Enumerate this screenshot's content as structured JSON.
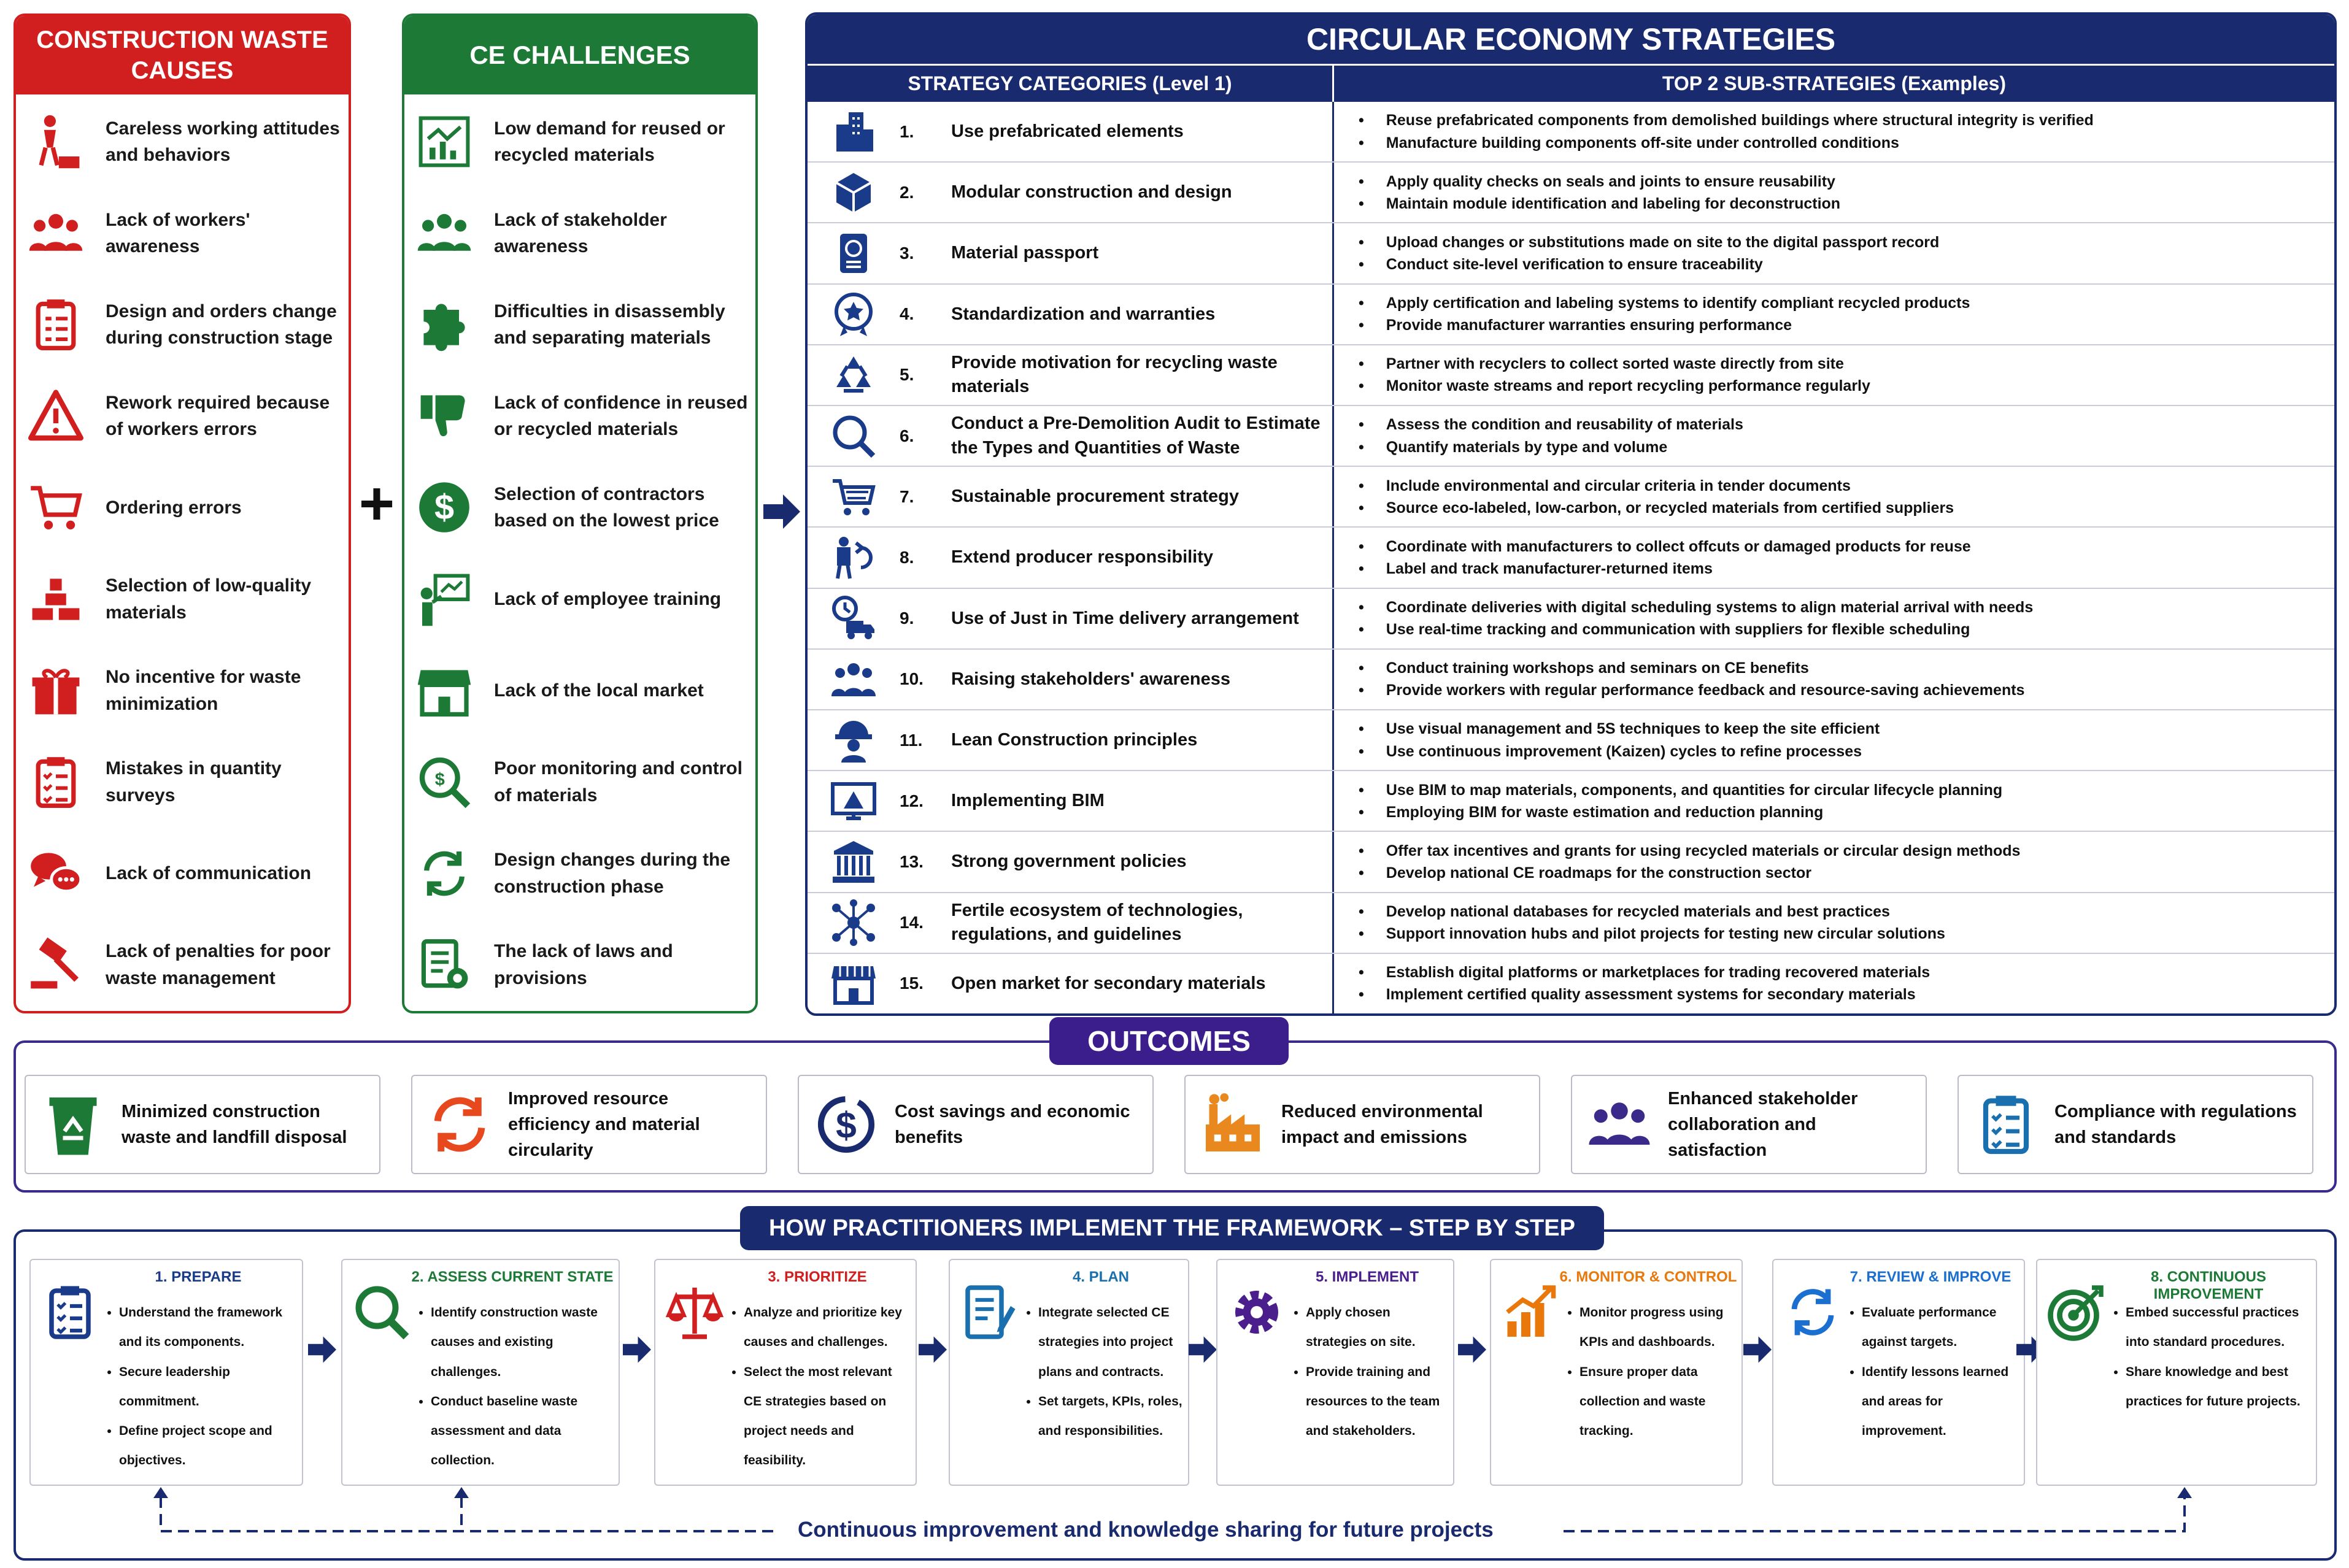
{
  "causes": {
    "title": "CONSTRUCTION WASTE CAUSES",
    "items": [
      "Careless working attitudes and behaviors",
      "Lack of workers' awareness",
      "Design and orders change during construction stage",
      "Rework required because of workers errors",
      "Ordering errors",
      "Selection of low-quality materials",
      "No incentive for waste minimization",
      "Mistakes in quantity surveys",
      "Lack of communication",
      "Lack of penalties for poor waste management"
    ]
  },
  "challenges": {
    "title": "CE CHALLENGES",
    "items": [
      "Low demand for reused or recycled materials",
      "Lack of stakeholder awareness",
      "Difficulties in disassembly and separating materials",
      "Lack of confidence in reused or recycled materials",
      "Selection of contractors based on the lowest price",
      "Lack of employee training",
      "Lack of the local market",
      "Poor monitoring and control of materials",
      "Design changes during the construction phase",
      "The lack of laws and provisions"
    ]
  },
  "strategies": {
    "title": "CIRCULAR ECONOMY STRATEGIES",
    "col1": "STRATEGY CATEGORIES (Level 1)",
    "col2": "TOP 2 SUB-STRATEGIES (Examples)",
    "rows": [
      {
        "num": "1.",
        "label": "Use prefabricated elements",
        "subs": [
          "Reuse prefabricated components from demolished buildings where structural integrity is verified",
          "Manufacture building components off-site under controlled conditions"
        ]
      },
      {
        "num": "2.",
        "label": "Modular construction and design",
        "subs": [
          "Apply quality checks on seals and joints to ensure reusability",
          "Maintain module identification and labeling for deconstruction"
        ]
      },
      {
        "num": "3.",
        "label": "Material passport",
        "subs": [
          "Upload changes or substitutions made on site to the digital passport record",
          "Conduct site-level verification to ensure traceability"
        ]
      },
      {
        "num": "4.",
        "label": "Standardization and warranties",
        "subs": [
          "Apply certification and labeling systems to identify compliant recycled products",
          "Provide manufacturer warranties ensuring performance"
        ]
      },
      {
        "num": "5.",
        "label": "Provide motivation for recycling waste materials",
        "subs": [
          "Partner with recyclers to collect sorted waste directly from site",
          "Monitor waste streams and report recycling performance regularly"
        ]
      },
      {
        "num": "6.",
        "label": "Conduct a Pre-Demolition Audit to Estimate the Types and Quantities of Waste",
        "subs": [
          "Assess the condition and reusability of materials",
          "Quantify materials by type and volume"
        ]
      },
      {
        "num": "7.",
        "label": "Sustainable procurement strategy",
        "subs": [
          "Include environmental and circular criteria in tender documents",
          "Source eco-labeled, low-carbon, or recycled materials from certified suppliers"
        ]
      },
      {
        "num": "8.",
        "label": "Extend producer responsibility",
        "subs": [
          "Coordinate with manufacturers to collect offcuts or damaged products for reuse",
          "Label and track manufacturer-returned items"
        ]
      },
      {
        "num": "9.",
        "label": "Use of Just in Time delivery arrangement",
        "subs": [
          "Coordinate deliveries with digital scheduling systems to align material arrival with needs",
          "Use real-time tracking and communication with suppliers for flexible scheduling"
        ]
      },
      {
        "num": "10.",
        "label": "Raising stakeholders' awareness",
        "subs": [
          "Conduct training workshops and seminars on CE benefits",
          "Provide workers with regular performance feedback and resource-saving achievements"
        ]
      },
      {
        "num": "11.",
        "label": "Lean Construction principles",
        "subs": [
          "Use visual management and 5S techniques to keep the site efficient",
          "Use continuous improvement (Kaizen) cycles to refine processes"
        ]
      },
      {
        "num": "12.",
        "label": "Implementing BIM",
        "subs": [
          "Use BIM to map materials, components, and quantities for circular lifecycle planning",
          "Employing BIM for waste estimation and reduction planning"
        ]
      },
      {
        "num": "13.",
        "label": "Strong government policies",
        "subs": [
          "Offer tax incentives and grants for using recycled materials or circular design methods",
          "Develop national CE roadmaps for the construction sector"
        ]
      },
      {
        "num": "14.",
        "label": "Fertile ecosystem of technologies, regulations, and guidelines",
        "subs": [
          "Develop national databases for recycled materials and best practices",
          "Support innovation hubs and pilot projects for testing new circular solutions"
        ]
      },
      {
        "num": "15.",
        "label": "Open market for secondary materials",
        "subs": [
          "Establish digital platforms or marketplaces for trading recovered materials",
          "Implement certified quality assessment systems for secondary materials"
        ]
      }
    ]
  },
  "outcomes": {
    "title": "OUTCOMES",
    "items": [
      "Minimized construction waste and landfill disposal",
      "Improved resource efficiency and material circularity",
      "Cost savings and economic benefits",
      "Reduced environmental impact and emissions",
      "Enhanced stakeholder collaboration and satisfaction",
      "Compliance with regulations and standards"
    ]
  },
  "steps": {
    "title": "HOW PRACTITIONERS IMPLEMENT THE FRAMEWORK – STEP BY STEP",
    "items": [
      {
        "title": "1. PREPARE",
        "color": "#1a3a8a",
        "bullets": [
          "Understand the framework and its components.",
          "Secure leadership commitment.",
          "Define project scope and objectives."
        ]
      },
      {
        "title": "2. ASSESS CURRENT STATE",
        "color": "#1d7a36",
        "bullets": [
          "Identify construction waste causes and existing challenges.",
          "Conduct baseline waste assessment and data collection."
        ]
      },
      {
        "title": "3. PRIORITIZE",
        "color": "#d11e1e",
        "bullets": [
          "Analyze and prioritize key causes and challenges.",
          "Select the most relevant CE strategies based on project needs and feasibility."
        ]
      },
      {
        "title": "4. PLAN",
        "color": "#1a6fae",
        "bullets": [
          "Integrate selected CE strategies into project plans and contracts.",
          "Set targets, KPIs, roles, and responsibilities."
        ]
      },
      {
        "title": "5. IMPLEMENT",
        "color": "#4a1e8c",
        "bullets": [
          "Apply chosen strategies on site.",
          "Provide training and resources to the team and stakeholders."
        ]
      },
      {
        "title": "6. MONITOR & CONTROL",
        "color": "#e8780c",
        "bullets": [
          "Monitor progress using KPIs and dashboards.",
          "Ensure proper data collection and waste tracking."
        ]
      },
      {
        "title": "7. REVIEW & IMPROVE",
        "color": "#1a6fd0",
        "bullets": [
          "Evaluate performance against targets.",
          "Identify lessons learned and areas for improvement."
        ]
      },
      {
        "title": "8. CONTINUOUS IMPROVEMENT",
        "color": "#1d7a36",
        "bullets": [
          "Embed successful practices into standard procedures.",
          "Share knowledge and best practices for future projects."
        ]
      }
    ],
    "footer": "Continuous improvement and knowledge sharing for future projects"
  },
  "colors": {
    "red": "#d11e1e",
    "green": "#1d7a36",
    "navy": "#1a2a6e",
    "purple": "#3b1e8c"
  }
}
